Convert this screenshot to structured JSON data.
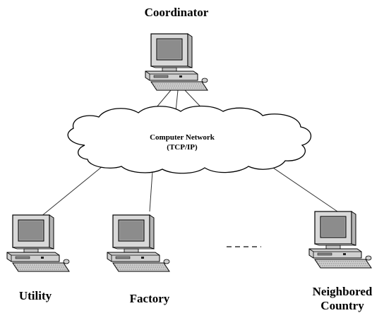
{
  "coordinator": {
    "label": "Coordinator",
    "icon": "desktop-computer-icon"
  },
  "network": {
    "line1": "Computer Network",
    "line2": "(TCP/IP)",
    "icon": "cloud-icon"
  },
  "clients": [
    {
      "label_line1": "Utility",
      "label_line2": "",
      "icon": "desktop-computer-icon"
    },
    {
      "label_line1": "Factory",
      "label_line2": "",
      "icon": "desktop-computer-icon"
    },
    {
      "label_line1": "Neighbored",
      "label_line2": "Country",
      "icon": "desktop-computer-icon"
    }
  ],
  "ellipsis": {
    "icon": "dashed-ellipsis-icon"
  },
  "colors": {
    "line": "#333333",
    "cloud_fill": "#ffffff",
    "cloud_stroke": "#000000",
    "monitor_body": "#d9d9d9",
    "monitor_screen": "#9e9e9e",
    "outline": "#000000"
  }
}
